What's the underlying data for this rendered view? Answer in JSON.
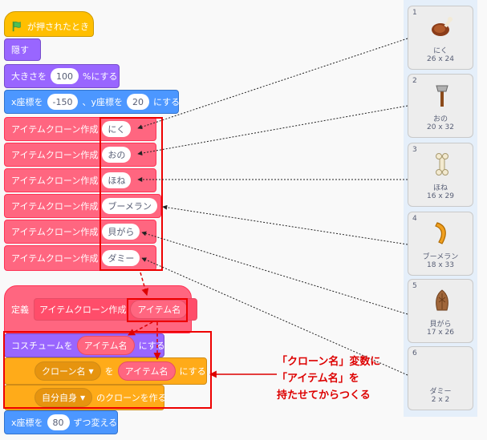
{
  "blocks": {
    "flag_hat": "が押されたとき",
    "hide": "隠す",
    "size_prefix": "大きさを",
    "size_value": "100",
    "size_suffix": "%にする",
    "goto_x_prefix": "x座標を",
    "goto_x_value": "-150",
    "goto_y_prefix": "、y座標を",
    "goto_y_value": "20",
    "goto_suffix": "にする",
    "create_label": "アイテムクローン作成",
    "create_args": [
      "にく",
      "おの",
      "ほね",
      "ブーメラン",
      "貝がら",
      "ダミー"
    ],
    "define_label": "定義",
    "define_block": "アイテムクローン作成",
    "define_param": "アイテム名",
    "costume_prefix": "コスチュームを",
    "costume_param": "アイテム名",
    "costume_suffix": "にする",
    "setvar_dropdown": "クローン名",
    "setvar_to": "を",
    "setvar_param": "アイテム名",
    "setvar_suffix": "にする",
    "clone_dropdown": "自分自身",
    "clone_suffix": "のクローンを作る",
    "change_x_prefix": "x座標を",
    "change_x_value": "80",
    "change_x_suffix": "ずつ変える"
  },
  "costumes": [
    {
      "num": "1",
      "name": "にく",
      "size": "26 x 24",
      "icon": "meat-icon"
    },
    {
      "num": "2",
      "name": "おの",
      "size": "20 x 32",
      "icon": "axe-icon"
    },
    {
      "num": "3",
      "name": "ほね",
      "size": "16 x 29",
      "icon": "bone-icon"
    },
    {
      "num": "4",
      "name": "ブーメラン",
      "size": "18 x 33",
      "icon": "boomerang-icon"
    },
    {
      "num": "5",
      "name": "貝がら",
      "size": "17 x 26",
      "icon": "shell-icon"
    },
    {
      "num": "6",
      "name": "ダミー",
      "size": "2 x 2",
      "icon": ""
    }
  ],
  "annotation": {
    "line1": "「クローン名」変数に",
    "line2": "「アイテム名」を",
    "line3": "持たせてからつくる"
  },
  "colors": {
    "events": "#FFBF00",
    "looks": "#9966FF",
    "motion": "#4C97FF",
    "custom": "#FF6680",
    "control": "#FFAB19",
    "highlight": "#EE0000"
  }
}
